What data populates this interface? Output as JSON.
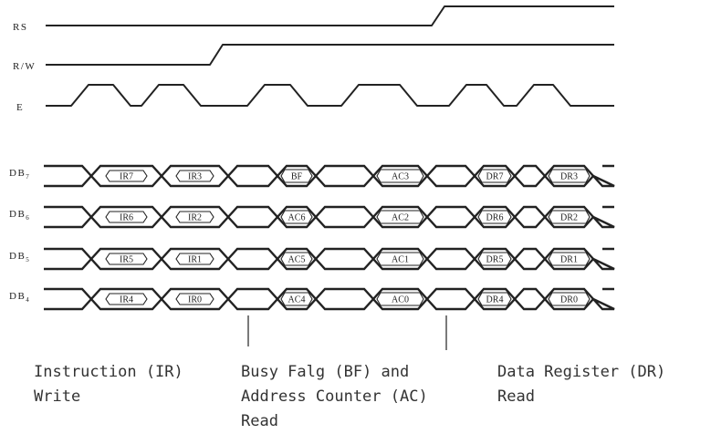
{
  "signals": {
    "rs": "RS",
    "rw": "R/W",
    "e": "E",
    "db7": {
      "main": "DB",
      "sub": "7"
    },
    "db6": {
      "main": "DB",
      "sub": "6"
    },
    "db5": {
      "main": "DB",
      "sub": "5"
    },
    "db4": {
      "main": "DB",
      "sub": "4"
    }
  },
  "bus_rows": [
    {
      "cells": [
        "IR7",
        "IR3",
        "BF",
        "AC3",
        "DR7",
        "DR3"
      ]
    },
    {
      "cells": [
        "IR6",
        "IR2",
        "AC6",
        "AC2",
        "DR6",
        "DR2"
      ]
    },
    {
      "cells": [
        "IR5",
        "IR1",
        "AC5",
        "AC1",
        "DR5",
        "DR1"
      ]
    },
    {
      "cells": [
        "IR4",
        "IR0",
        "AC4",
        "AC0",
        "DR4",
        "DR0"
      ]
    }
  ],
  "captions": {
    "instruction_write": "Instruction (IR)\nWrite",
    "busy_flag_read": "Busy Falg (BF) and\nAddress Counter (AC)\nRead",
    "data_register_read": "Data Register (DR)\nRead"
  }
}
